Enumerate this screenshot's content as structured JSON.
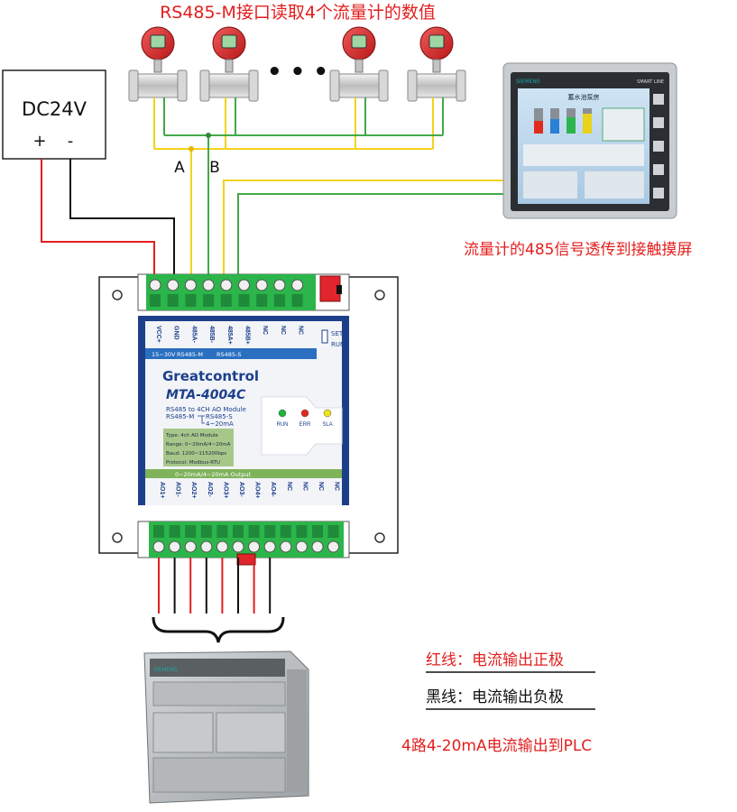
{
  "diagram": {
    "title": "RS485-M接口读取4个流量计的数值",
    "power_supply": {
      "label": "DC24V",
      "plus": "+",
      "minus": "-"
    },
    "bus_labels": {
      "a": "A",
      "b": "B"
    },
    "ellipsis": "• • •",
    "hmi": {
      "brand": "SIEMENS",
      "series": "SMART LINE",
      "screen_title": "蓄水池泵房"
    },
    "hmi_caption": "流量计的485信号透传到接触摸屏",
    "module": {
      "brand": "Greatcontrol",
      "model": "MTA-4004C",
      "desc_line1": "RS485 to 4CH AO Module",
      "desc_rs485m": "RS485-M",
      "desc_rs485s": "RS485-S",
      "desc_420": "4~20mA",
      "top_terminals": [
        "VCC+",
        "GND",
        "485A-",
        "485B-",
        "485A+",
        "485B+",
        "NC",
        "NC",
        "NC"
      ],
      "power_range": "15~30V",
      "rs485m_label": "RS485-M",
      "rs485s_label": "RS485-S",
      "set_label": "SET",
      "run_label": "RUN",
      "spec_type": "Type: 4ch AO Module",
      "spec_range": "Range: 0~20mA/4~20mA",
      "spec_baud": "Baud: 1200~115200bps",
      "spec_protocol": "Protocol: Modbus-RTU",
      "leds": [
        {
          "label": "RUN",
          "color": "#1fb53a"
        },
        {
          "label": "ERR",
          "color": "#e02a1e"
        },
        {
          "label": "SLA",
          "color": "#f2e21a"
        }
      ],
      "output_band": "0~20mA/4~20mA Output",
      "bottom_terminals": [
        "AO1+",
        "AO1-",
        "AO2+",
        "AO2-",
        "AO3+",
        "AO3-",
        "AO4+",
        "AO4-",
        "NC",
        "NC",
        "NC",
        "NC"
      ]
    },
    "legend_red": "红线：电流输出正极",
    "legend_black": "黑线：电流输出负极",
    "plc_caption": "4路4-20mA电流输出到PLC",
    "plc": {
      "brand": "SIEMENS"
    },
    "colors": {
      "accent_red": "#e41e1e",
      "wire_yellow": "#f3d21a",
      "wire_green": "#43a948",
      "terminal_green": "#2bb54a",
      "panel_blue": "#1d3f8a",
      "band_blue": "#2a6fc0"
    }
  }
}
